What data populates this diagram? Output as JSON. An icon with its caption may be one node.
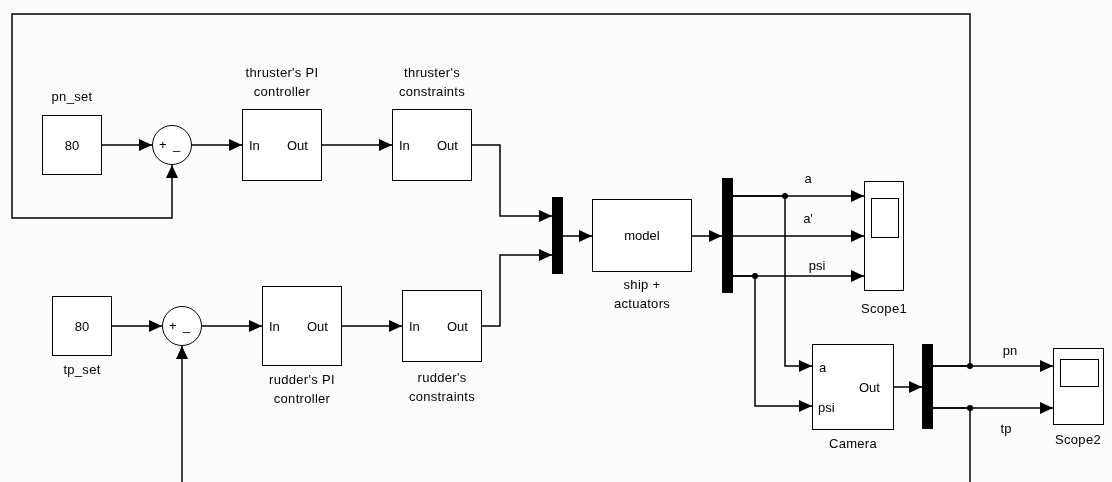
{
  "diagram": {
    "nodes": [
      {
        "text": [
          "80"
        ],
        "beside": [
          "pn_set"
        ]
      },
      {
        "text": [
          "+",
          "_"
        ]
      },
      {
        "text": [
          "In",
          "Out"
        ],
        "beside": [
          "thruster's PI controller"
        ]
      },
      {
        "text": [
          "In",
          "Out"
        ],
        "beside": [
          "thruster's constraints"
        ]
      },
      {
        "text": [],
        "shape": "bar"
      },
      {
        "text": [
          "80"
        ],
        "beside": [
          "tp_set"
        ]
      },
      {
        "text": [
          "+",
          "_"
        ]
      },
      {
        "text": [
          "In",
          "Out"
        ],
        "beside": [
          "rudder's PI controller"
        ]
      },
      {
        "text": [
          "In",
          "Out"
        ],
        "beside": [
          "rudder's constraints"
        ]
      },
      {
        "text": [
          "model"
        ],
        "beside": [
          "ship + actuators"
        ]
      },
      {
        "text": [],
        "shape": "bar"
      },
      {
        "text": [],
        "shape": "box",
        "beside": [
          "Scope1"
        ]
      },
      {
        "text": [
          "a",
          "psi",
          "Out"
        ],
        "beside": [
          "Camera"
        ]
      },
      {
        "text": [],
        "shape": "bar"
      },
      {
        "text": [],
        "shape": "box",
        "beside": [
          "Scope2"
        ]
      }
    ],
    "edges": [
      {
        "from": 0,
        "to": 1,
        "arrow": "to"
      },
      {
        "from": 1,
        "to": 2,
        "arrow": "to"
      },
      {
        "from": 2,
        "to": 3,
        "arrow": "to"
      },
      {
        "from": 3,
        "to": 4,
        "arrow": "to"
      },
      {
        "from": 8,
        "to": 4,
        "arrow": "to"
      },
      {
        "from": 4,
        "to": 9,
        "arrow": "to"
      },
      {
        "from": 9,
        "to": 10,
        "arrow": "to"
      },
      {
        "from": 10,
        "to": 11,
        "arrow": "to",
        "label": "a"
      },
      {
        "from": 10,
        "to": 11,
        "arrow": "to",
        "label": "a'"
      },
      {
        "from": 10,
        "to": 11,
        "arrow": "to",
        "label": "psi"
      },
      {
        "from": 10,
        "to": 12,
        "arrow": "to"
      },
      {
        "from": 10,
        "to": 12,
        "arrow": "to"
      },
      {
        "from": 5,
        "to": 6,
        "arrow": "to"
      },
      {
        "from": 6,
        "to": 7,
        "arrow": "to"
      },
      {
        "from": 7,
        "to": 8,
        "arrow": "to"
      },
      {
        "from": 12,
        "to": 13,
        "arrow": "to"
      },
      {
        "from": 13,
        "to": 14,
        "arrow": "to",
        "label": "pn"
      },
      {
        "from": 13,
        "to": 14,
        "arrow": "to",
        "label": "tp"
      },
      {
        "from": 13,
        "to": 1,
        "arrow": "to"
      },
      {
        "from": 13,
        "to": null,
        "arrow": "none"
      },
      {
        "from": null,
        "to": 6,
        "arrow": "to"
      }
    ]
  }
}
